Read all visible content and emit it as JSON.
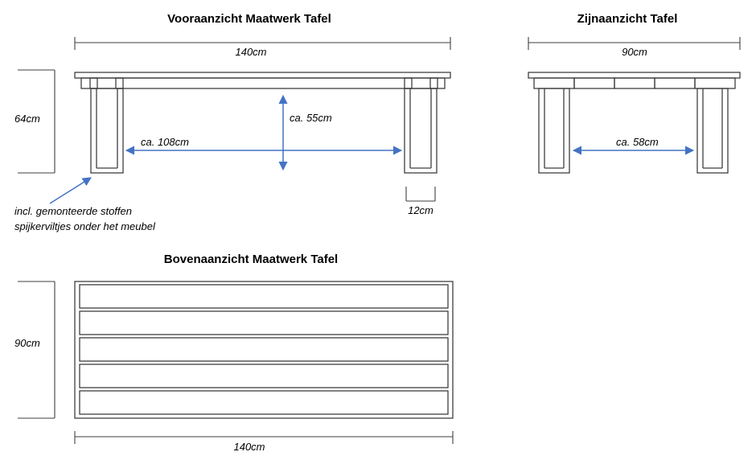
{
  "colors": {
    "line": "#3f3f3f",
    "dim": "#4472c4",
    "text": "#000000",
    "bg": "#ffffff"
  },
  "front_view": {
    "title": "Vooraanzicht Maatwerk Tafel",
    "dim_width": "140cm",
    "dim_height": "64cm",
    "dim_inner_height": "ca. 55cm",
    "dim_inner_width": "ca. 108cm",
    "dim_leg": "12cm",
    "note_line1": "incl. gemonteerde stoffen",
    "note_line2": "spijkerviltjes onder het meubel"
  },
  "side_view": {
    "title": "Zijnaanzicht Tafel",
    "dim_width": "90cm",
    "dim_inner_width": "ca. 58cm"
  },
  "top_view": {
    "title": "Bovenaanzicht Maatwerk Tafel",
    "dim_height": "90cm",
    "dim_width": "140cm"
  }
}
